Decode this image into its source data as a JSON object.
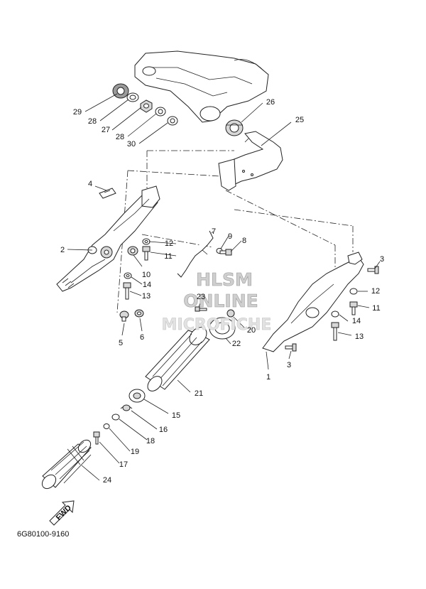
{
  "watermark": {
    "line1": "HLSM",
    "line2": "ONLINE",
    "line3": "MICROFICHE"
  },
  "diagram_code": "6G80100-9160",
  "fwd_label": "FWD",
  "callouts": [
    "1",
    "2",
    "3",
    "3",
    "4",
    "5",
    "6",
    "7",
    "8",
    "9",
    "10",
    "11",
    "11",
    "12",
    "12",
    "13",
    "13",
    "14",
    "14",
    "15",
    "16",
    "17",
    "18",
    "19",
    "20",
    "21",
    "22",
    "23",
    "24",
    "25",
    "26",
    "27",
    "28",
    "28",
    "29",
    "30"
  ]
}
